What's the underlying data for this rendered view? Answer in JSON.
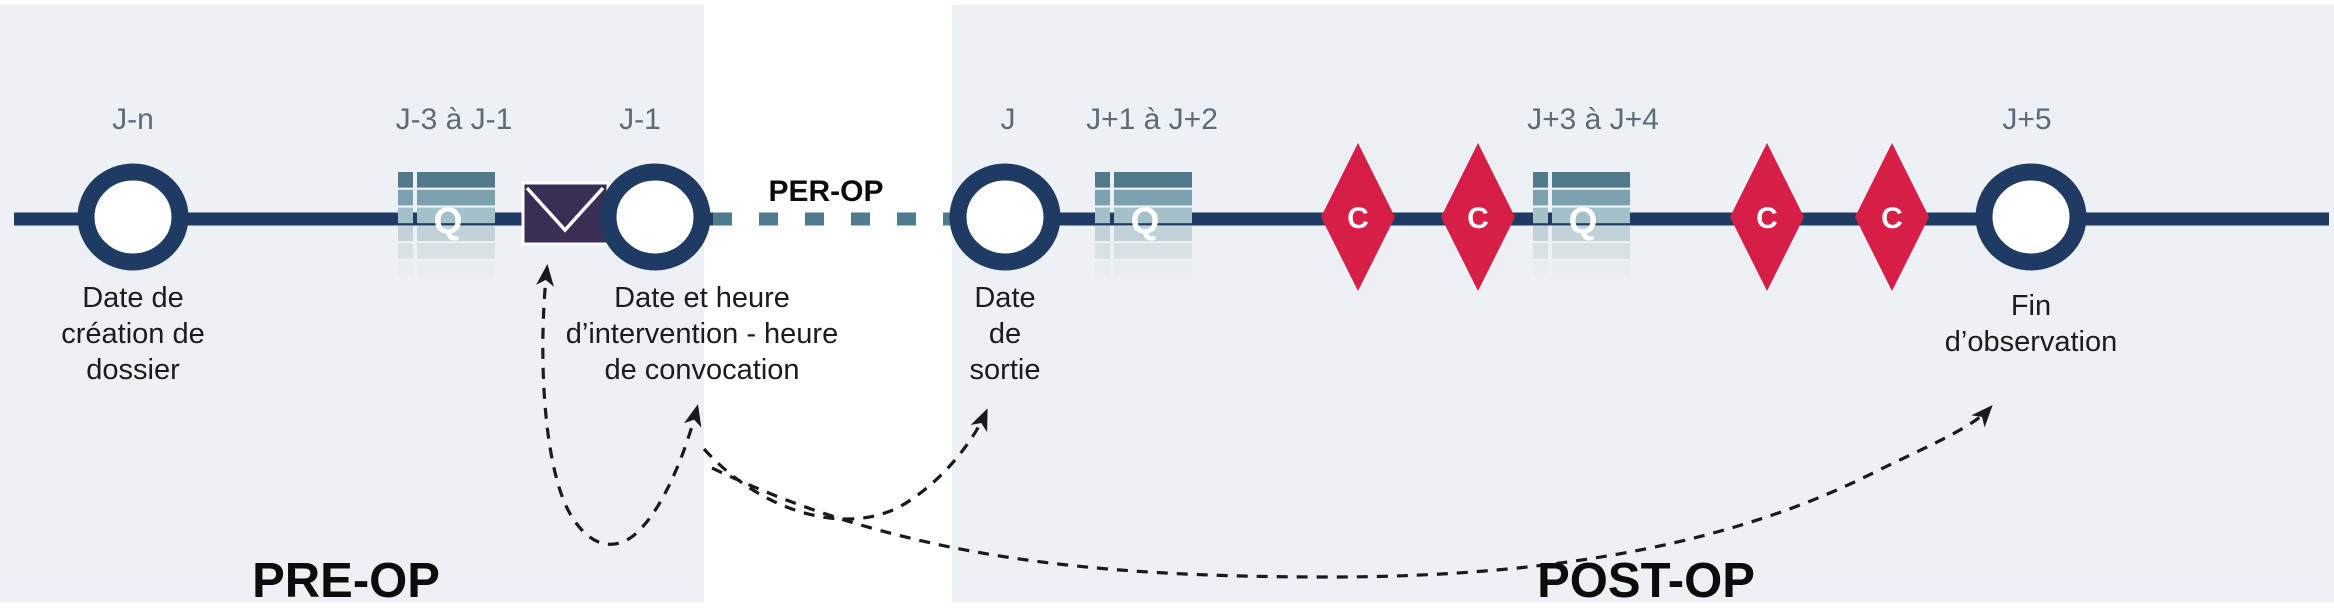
{
  "phases": {
    "pre_label": "PRE-OP",
    "per_label": "PER-OP",
    "post_label": "POST-OP"
  },
  "timeline": {
    "points": [
      {
        "day": "J-n",
        "caption": "Date de\ncréation de\ndossier"
      },
      {
        "day": "J-3 à J-1",
        "caption": ""
      },
      {
        "day": "J-1",
        "caption": "Date et heure\nd’intervention - heure\nde convocation"
      },
      {
        "day": "J",
        "caption": "Date\nde\nsortie"
      },
      {
        "day": "J+1 à J+2",
        "caption": ""
      },
      {
        "day": "J+3 à J+4",
        "caption": ""
      },
      {
        "day": "J+5",
        "caption": "Fin\nd’observation"
      }
    ],
    "questionnaire_badge": "Q",
    "consultation_badge": "C"
  },
  "colors": {
    "navy": "#1f3a63",
    "teal": "#4e7b8d",
    "red": "#d71e47",
    "purple": "#3a2e54",
    "slate": "#5c6b7b",
    "panel": "#edf1f5",
    "text": "#1c1c1e",
    "arrow": "#1a1a1a"
  }
}
